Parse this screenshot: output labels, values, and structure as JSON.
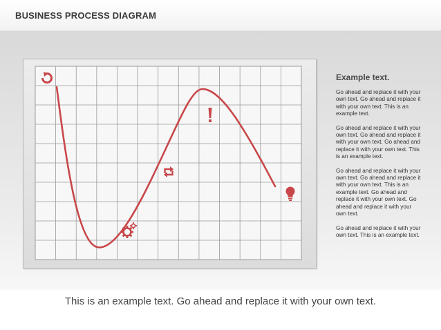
{
  "header": {
    "title": "BUSINESS PROCESS DIAGRAM"
  },
  "diagram": {
    "curve_color": "#c8474a",
    "icons": [
      {
        "name": "refresh-circle-icon"
      },
      {
        "name": "gears-icon"
      },
      {
        "name": "cycle-arrows-icon"
      },
      {
        "name": "exclamation-icon"
      },
      {
        "name": "lightbulb-icon"
      }
    ]
  },
  "side": {
    "title": "Example text.",
    "paragraphs": [
      "Go ahead and replace it with your own text. Go ahead and replace it with your own text. This is an example text.",
      "Go ahead and replace it with your own text. Go ahead and replace it with your own text. Go ahead and replace it with your own text. This is an example text.",
      "Go ahead and replace it with your own text. Go ahead and replace it with your own text. This is an example text. Go ahead and replace it with your own text. Go ahead and replace it with your own text.",
      "Go ahead and replace it with your own text. This is an example text."
    ]
  },
  "footer": {
    "text": "This is an example text. Go ahead and replace it with your own text."
  }
}
